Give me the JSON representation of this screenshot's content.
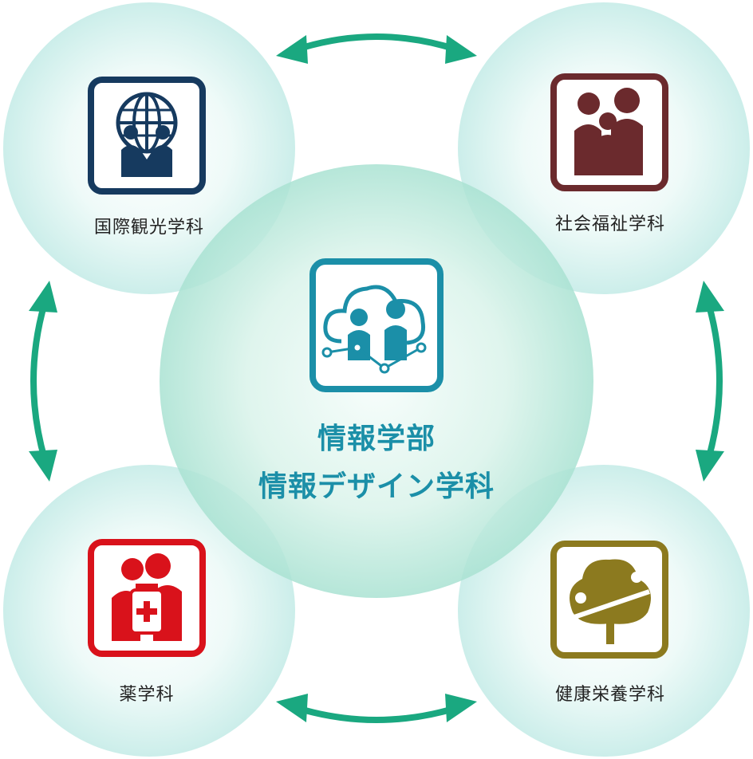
{
  "center": {
    "line1": "情報学部",
    "line2": "情報デザイン学科",
    "icon": "cloud-people-network-icon",
    "color": "#1b8fa8"
  },
  "departments": {
    "top_left": {
      "label": "国際観光学科",
      "icon": "globe-handshake-icon",
      "color": "#163a5f"
    },
    "top_right": {
      "label": "社会福祉学科",
      "icon": "family-care-icon",
      "color": "#6b2a2d"
    },
    "bottom_left": {
      "label": "薬学科",
      "icon": "medicine-bottle-icon",
      "color": "#d9121b"
    },
    "bottom_right": {
      "label": "健康栄養学科",
      "icon": "tree-seesaw-icon",
      "color": "#8c7a1f"
    }
  },
  "colors": {
    "arrow": "#1aa880",
    "circle_fill": "#d6f2ef"
  }
}
